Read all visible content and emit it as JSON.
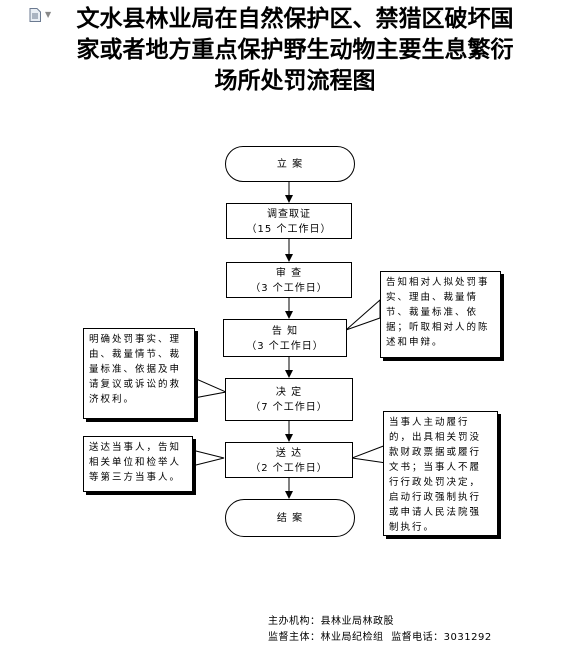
{
  "title": {
    "line1": "文水县林业局在自然保护区、禁猎区破坏国",
    "line2": "家或者地方重点保护野生动物主要生息繁衍",
    "line3": "场所处罚流程图"
  },
  "steps": [
    {
      "id": "start",
      "label": "立 案",
      "sub": ""
    },
    {
      "id": "investigate",
      "label": "调查取证",
      "sub": "（15 个工作日）"
    },
    {
      "id": "review",
      "label": "审 查",
      "sub": "（3 个工作日）"
    },
    {
      "id": "notify",
      "label": "告 知",
      "sub": "（3 个工作日）"
    },
    {
      "id": "decide",
      "label": "决 定",
      "sub": "（7 个工作日）"
    },
    {
      "id": "deliver",
      "label": "送 达",
      "sub": "（2 个工作日）"
    },
    {
      "id": "close",
      "label": "结 案",
      "sub": ""
    }
  ],
  "notes": {
    "notify_right": "告知相对人拟处罚事实、理由、裁量情节、裁量标准、依据；听取相对人的陈述和申辩。",
    "decide_left": "明确处罚事实、理由、裁量情节、裁量标准、依据及申请复议或诉讼的救济权利。",
    "deliver_left": "送达当事人，告知相关单位和检举人等第三方当事人。",
    "deliver_right": "当事人主动履行的，出具相关罚没款财政票据或履行文书；当事人不履行行政处罚决定，启动行政强制执行或申请人民法院强制执行。"
  },
  "footer": {
    "organizer": "主办机构：县林业局林政股",
    "supervisor": "监督主体：林业局纪检组",
    "phone": "监督电话：3031292"
  }
}
